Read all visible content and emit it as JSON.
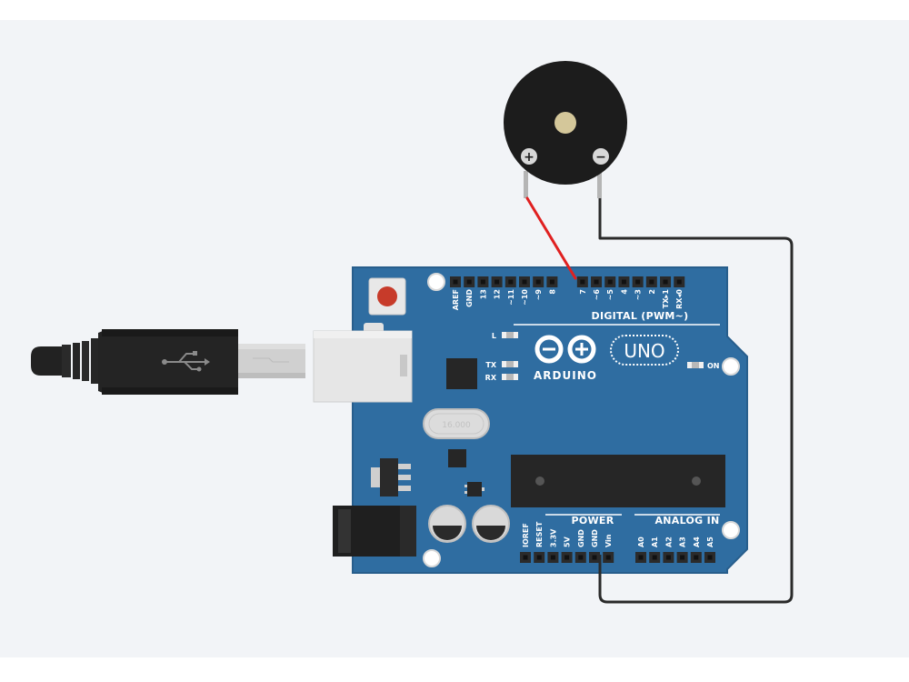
{
  "colors": {
    "workspace": "#f2f4f7",
    "board": "#2f6da1",
    "board_edge": "#285e8c",
    "header": "#2b2b2b",
    "wire_red": "#e02020",
    "wire_black": "#2a2a2a",
    "buzzer": "#1c1c1c",
    "chip": "#262626",
    "usb_plug": "#242424"
  },
  "board": {
    "brand": "ARDUINO",
    "model": "UNO",
    "crystal": "16.000",
    "led_l": "L",
    "led_tx": "TX",
    "led_rx": "RX",
    "led_on": "ON",
    "digital_title": "DIGITAL (PWM~)",
    "digital_pins": [
      "AREF",
      "GND",
      "13",
      "12",
      "~11",
      "~10",
      "~9",
      "8",
      "7",
      "~6",
      "~5",
      "4",
      "~3",
      "2",
      "TX▸1",
      "RX◂0"
    ],
    "power_title": "POWER",
    "power_pins": [
      "IOREF",
      "RESET",
      "3.3V",
      "5V",
      "GND",
      "GND",
      "Vin"
    ],
    "analog_title": "ANALOG IN",
    "analog_pins": [
      "A0",
      "A1",
      "A2",
      "A3",
      "A4",
      "A5"
    ]
  },
  "buzzer": {
    "plus": "+",
    "minus": "−"
  },
  "icons": {
    "usb": "usb-icon",
    "reset": "reset-button-icon"
  }
}
